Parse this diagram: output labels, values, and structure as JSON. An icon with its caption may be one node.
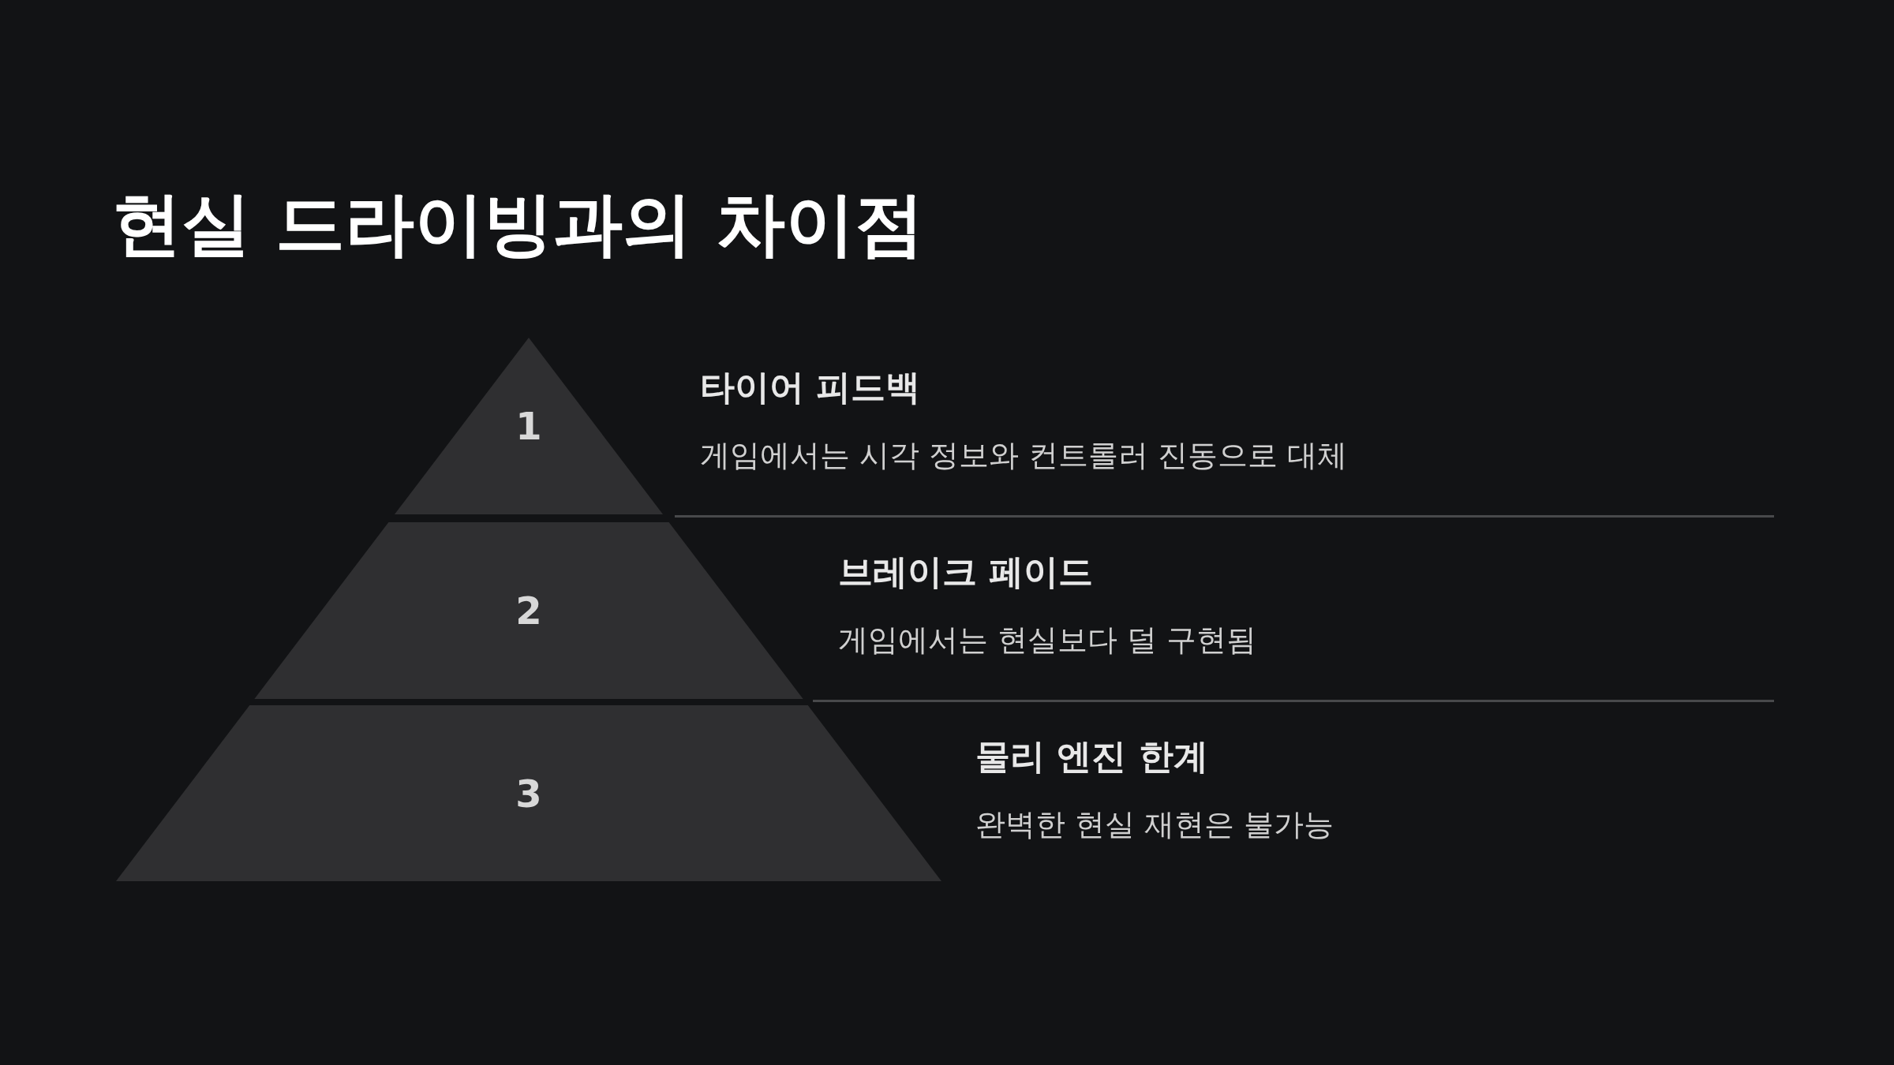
{
  "diagram": {
    "title": "현실 드라이빙과의 차이점",
    "nodes": [
      {
        "text": [
          "1"
        ],
        "beside": [
          "타이어 피드백",
          "게임에서는 시각 정보와 컨트롤러 진동으로 대체"
        ]
      },
      {
        "text": [
          "2"
        ],
        "beside": [
          "브레이크 페이드",
          "게임에서는 현실보다 덜 구현됨"
        ]
      },
      {
        "text": [
          "3"
        ],
        "beside": [
          "물리 엔진 한계",
          "완벽한 현실 재현은 불가능"
        ]
      }
    ],
    "edges": []
  }
}
